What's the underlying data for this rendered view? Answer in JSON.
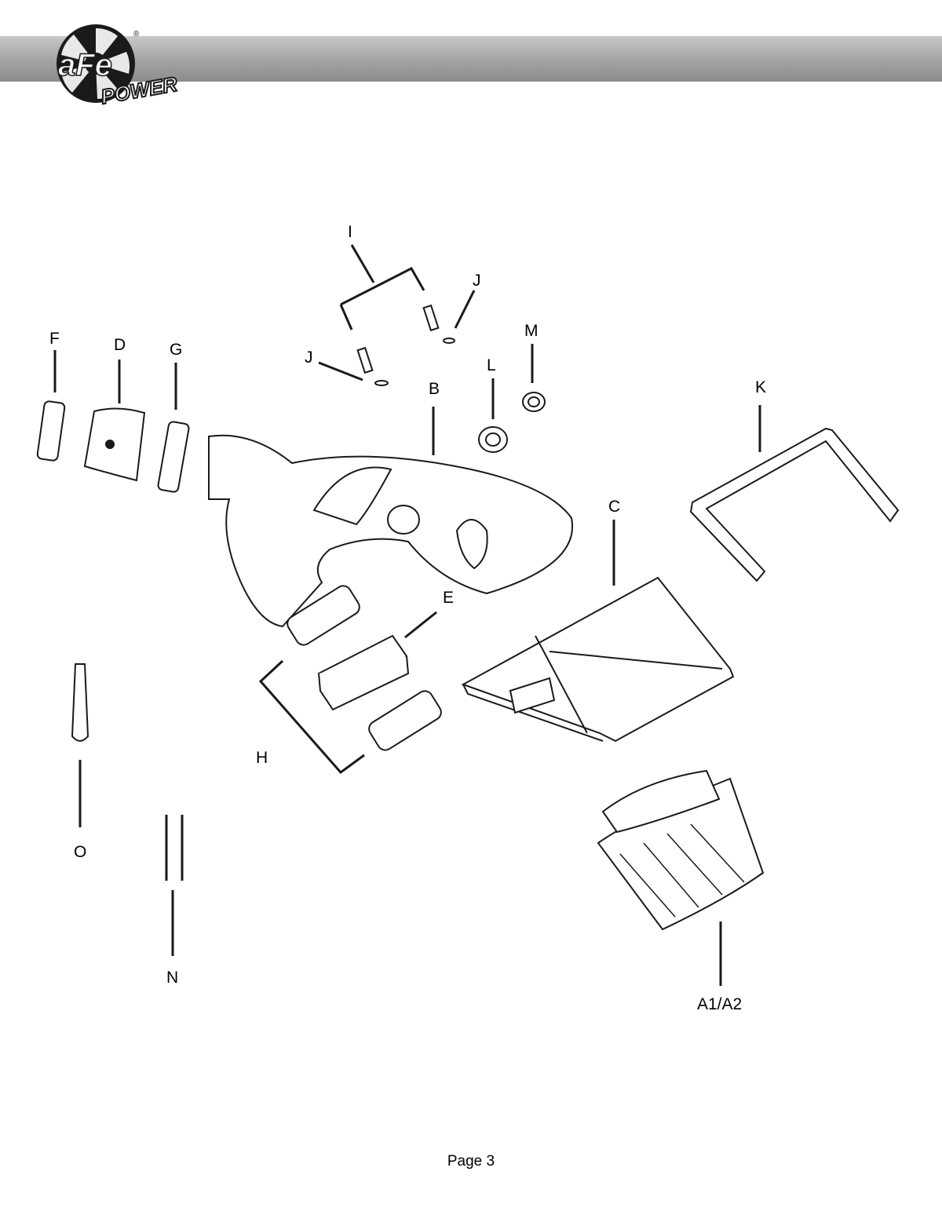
{
  "brand": {
    "logo_text_top": "aFe",
    "logo_text_bottom": "POWER",
    "registered_mark": "®",
    "header_color": "#a8a8a8"
  },
  "diagram": {
    "labels": {
      "I": "I",
      "J_right": "J",
      "J_left": "J",
      "M": "M",
      "L": "L",
      "F": "F",
      "D": "D",
      "G": "G",
      "B": "B",
      "K": "K",
      "C": "C",
      "E": "E",
      "H": "H",
      "O": "O",
      "N": "N",
      "A": "A1/A2"
    }
  },
  "footer": {
    "page_number": "Page 3"
  }
}
